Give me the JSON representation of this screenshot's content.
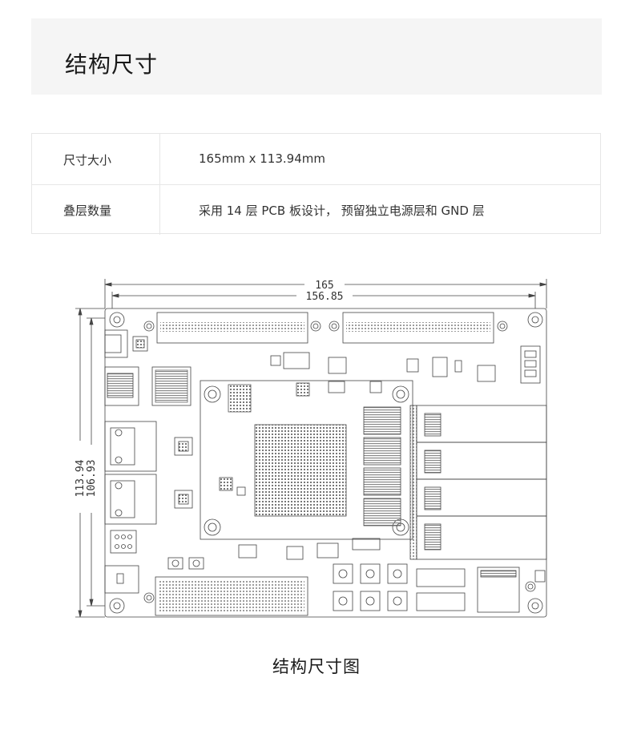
{
  "header": {
    "title": "结构尺寸"
  },
  "specs": {
    "rows": [
      {
        "label": "尺寸大小",
        "value": "165mm x 113.94mm"
      },
      {
        "label": "叠层数量",
        "value": "采用 14 层 PCB 板设计， 预留独立电源层和 GND 层"
      }
    ]
  },
  "diagram": {
    "dim_width_outer": "165",
    "dim_width_inner": "156.85",
    "dim_height_outer": "113.94",
    "dim_height_inner": "106.93"
  },
  "caption": "结构尺寸图"
}
